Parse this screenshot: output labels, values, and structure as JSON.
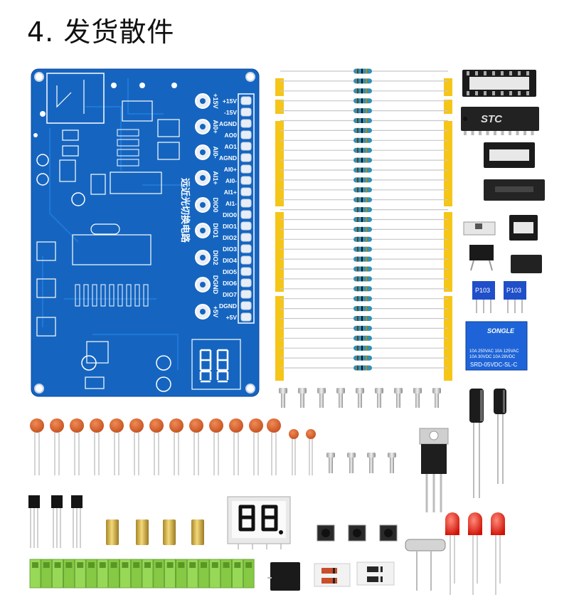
{
  "title": "4. 发货散件",
  "pcb": {
    "title_text": "远近光切换电路",
    "connector_labels": [
      "+15V",
      "-15V",
      "AGND",
      "AO0",
      "AO1",
      "AGND",
      "AI0+",
      "AI0-",
      "AI1+",
      "AI1-",
      "DIO0",
      "DIO1",
      "DIO2",
      "DIO3",
      "DIO4",
      "DIO5",
      "DIO6",
      "DIO7",
      "DGND",
      "+5V"
    ],
    "pad_labels": [
      "+15V",
      "AI0+",
      "AI0-",
      "AI1+",
      "DIO0",
      "DIO1",
      "DIO2",
      "DGND",
      "+5V"
    ]
  },
  "components": {
    "chip_brand": "STC",
    "pot_label": "P103",
    "relay_brand": "SONGLE",
    "relay_lines": [
      "10A 250VAC  10A 125VAC",
      "10A 30VDC  10A 28VDC"
    ],
    "relay_model": "SRD-05VDC-SL-C",
    "display_digits": "88."
  },
  "colors": {
    "pcb_blue": "#1565c0",
    "capacitor_orange": "#d9602b",
    "terminal_green": "#8fd14f",
    "led_red": "#e8190e",
    "tape_yellow": "#f5c518"
  }
}
